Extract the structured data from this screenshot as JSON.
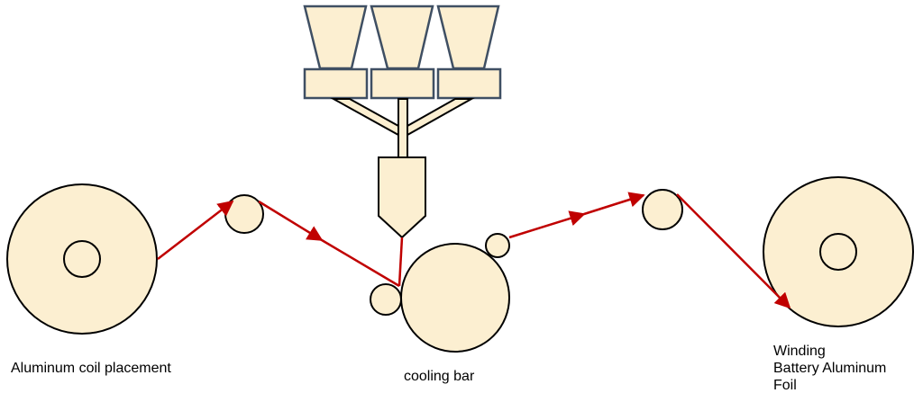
{
  "diagram": {
    "labels": {
      "unwind": "Aluminum coil placement",
      "cooling": "cooling bar",
      "winding_line1": "Winding",
      "winding_line2": "Battery Aluminum",
      "winding_line3": "Foil"
    },
    "colors": {
      "fill": "#fcefd1",
      "stroke": "#000000",
      "hopper_stroke": "#3f4f63",
      "web_path": "#c00000"
    }
  }
}
